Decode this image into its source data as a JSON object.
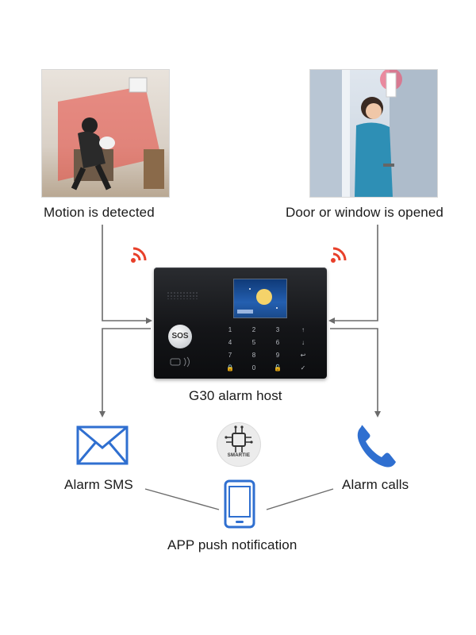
{
  "labels": {
    "motion": "Motion is detected",
    "door": "Door or window is opened",
    "host": "G30 alarm host",
    "sms": "Alarm SMS",
    "calls": "Alarm calls",
    "app": "APP push notification"
  },
  "device": {
    "sos": "SOS",
    "keys": [
      "1",
      "2",
      "3",
      "↑",
      "4",
      "5",
      "6",
      "↓",
      "7",
      "8",
      "9",
      "↩",
      "🔒",
      "0",
      "🔓",
      "✓"
    ]
  },
  "logo": {
    "text": "SMARTIE"
  },
  "colors": {
    "line": "#6b6b6b",
    "signal": "#e8402a",
    "icon_blue": "#2f6fd0",
    "device": "#141518"
  },
  "icons": {
    "signal_left": "wifi-signal-icon",
    "signal_right": "wifi-signal-icon",
    "sms": "envelope-icon",
    "calls": "phone-handset-icon",
    "app": "smartphone-icon",
    "logo": "circuit-chip-icon"
  }
}
